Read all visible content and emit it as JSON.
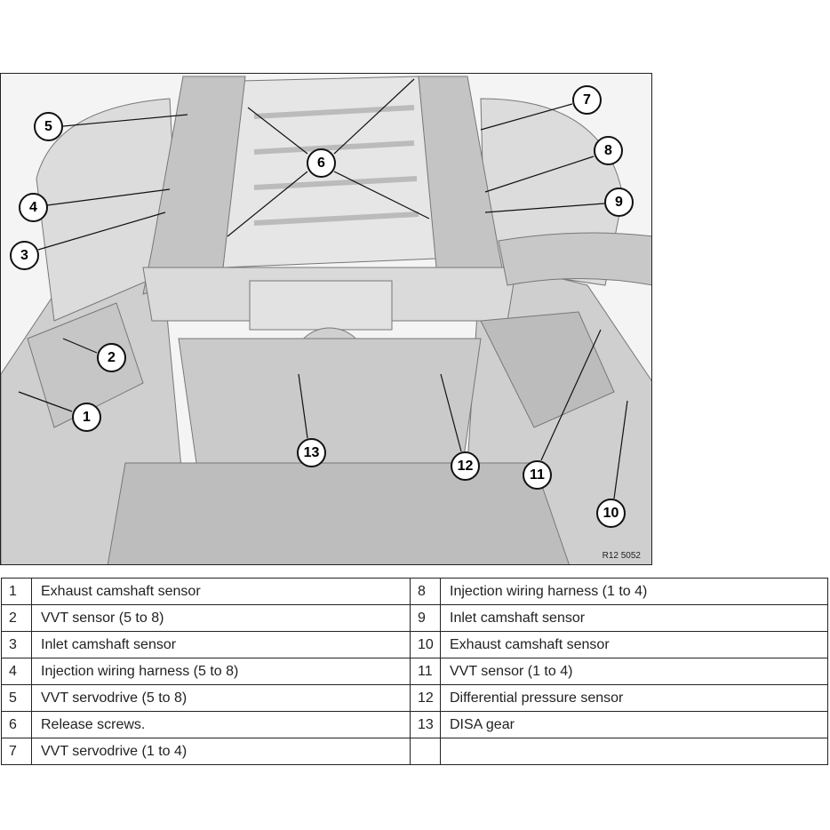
{
  "figure": {
    "reference": "R12 5052",
    "callouts": [
      "1",
      "2",
      "3",
      "4",
      "5",
      "6",
      "7",
      "8",
      "9",
      "10",
      "11",
      "12",
      "13"
    ]
  },
  "legend": {
    "rows": [
      {
        "left_num": "1",
        "left_text": "Exhaust camshaft sensor",
        "right_num": "8",
        "right_text": "Injection wiring harness (1 to 4)"
      },
      {
        "left_num": "2",
        "left_text": "VVT sensor (5 to 8)",
        "right_num": "9",
        "right_text": "Inlet camshaft sensor"
      },
      {
        "left_num": "3",
        "left_text": "Inlet camshaft sensor",
        "right_num": "10",
        "right_text": "Exhaust camshaft sensor"
      },
      {
        "left_num": "4",
        "left_text": "Injection wiring harness (5 to 8)",
        "right_num": "11",
        "right_text": "VVT sensor (1 to 4)"
      },
      {
        "left_num": "5",
        "left_text": "VVT servodrive (5 to 8)",
        "right_num": "12",
        "right_text": "Differential pressure sensor"
      },
      {
        "left_num": "6",
        "left_text": "Release screws.",
        "right_num": "13",
        "right_text": "DISA gear"
      },
      {
        "left_num": "7",
        "left_text": "VVT servodrive (1 to 4)",
        "right_num": "",
        "right_text": ""
      }
    ]
  }
}
